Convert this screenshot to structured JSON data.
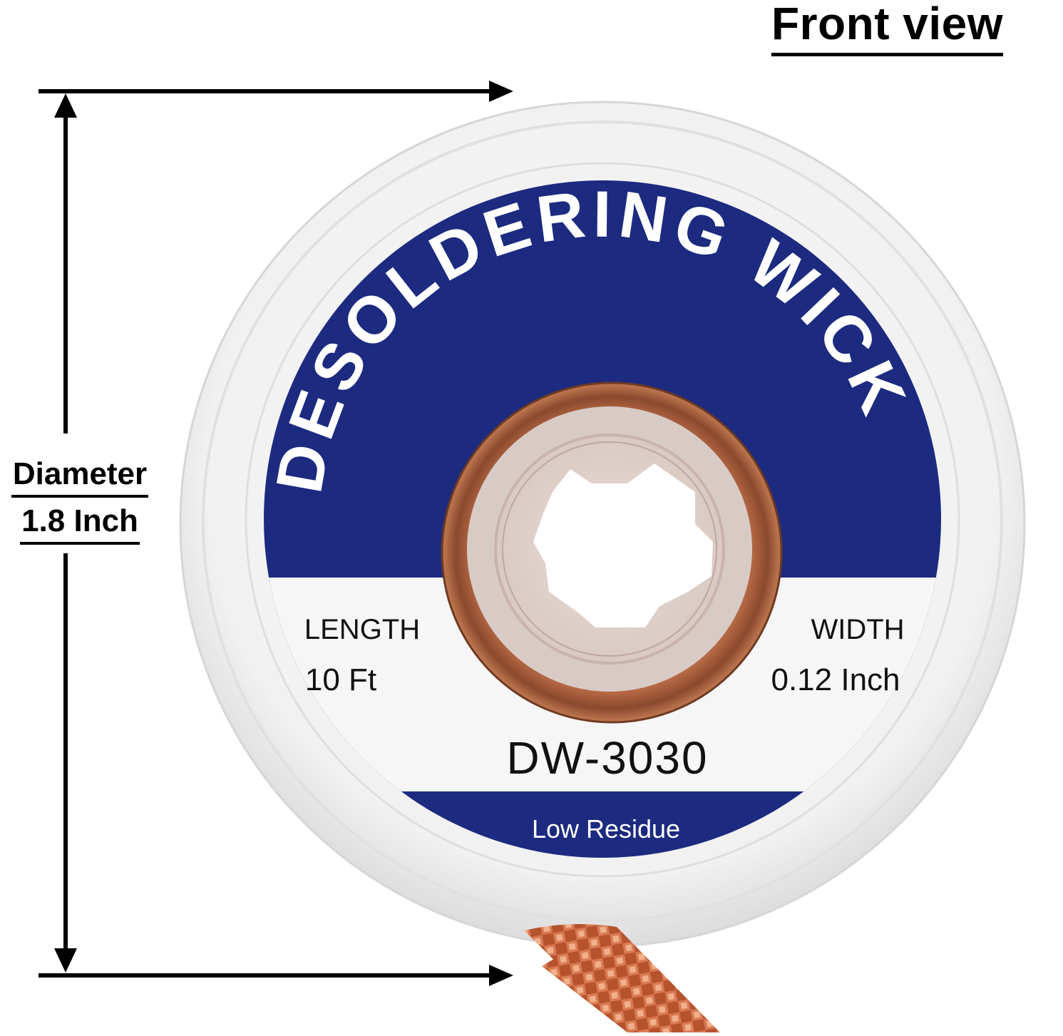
{
  "header": {
    "view_title": "Front view"
  },
  "dimension": {
    "label_line1": "Diameter",
    "label_line2": "1.8 Inch"
  },
  "product": {
    "arc_title": "DESOLDERING WICK",
    "length_label": "LENGTH",
    "length_value": "10 Ft",
    "width_label": "WIDTH",
    "width_value": "0.12 Inch",
    "model": "DW-3030",
    "tagline": "Low Residue"
  },
  "colors": {
    "label_blue": "#1c2a80",
    "copper": "#b8623a",
    "flange": "#ececec",
    "text_dark": "#111111",
    "text_light": "#ffffff"
  }
}
